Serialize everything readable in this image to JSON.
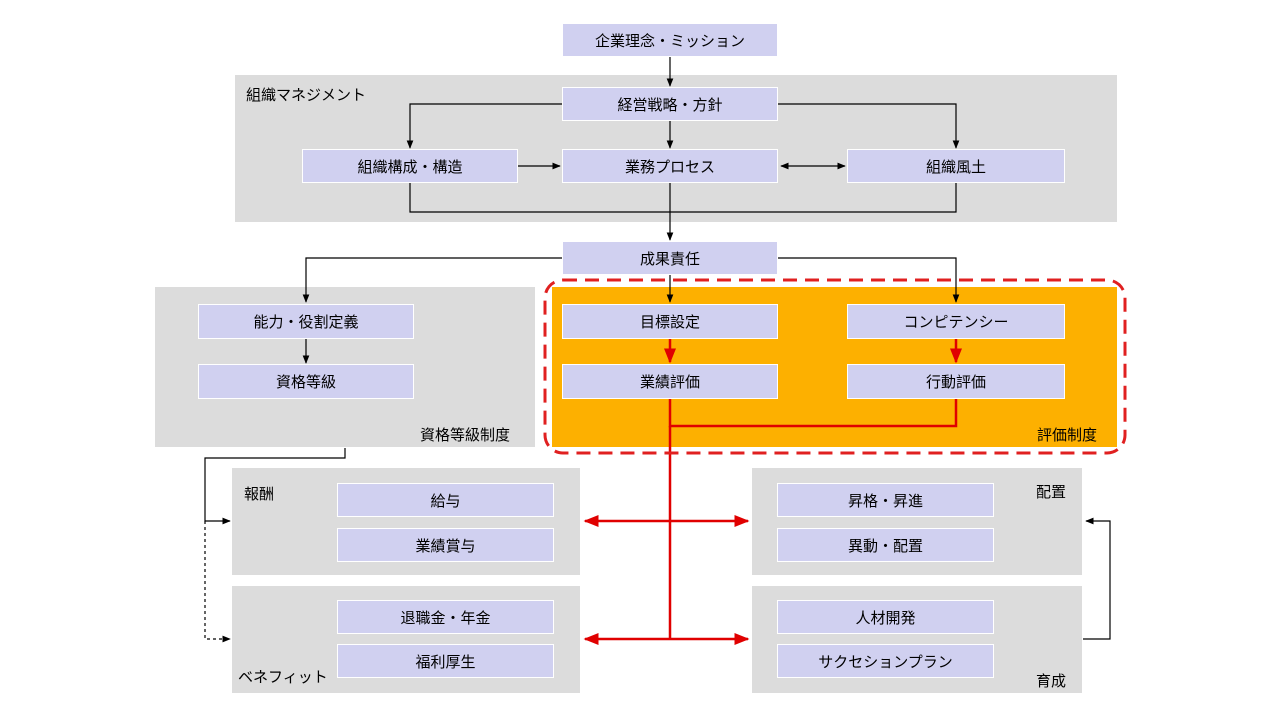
{
  "nodes": {
    "mission": "企業理念・ミッション",
    "strategy": "経営戦略・方針",
    "org_structure": "組織構成・構造",
    "business_process": "業務プロセス",
    "org_culture": "組織風土",
    "accountability": "成果責任",
    "role_definition": "能力・役割定義",
    "grade": "資格等級",
    "goal_setting": "目標設定",
    "competency": "コンピテンシー",
    "performance_eval": "業績評価",
    "behavior_eval": "行動評価",
    "salary": "給与",
    "bonus": "業績賞与",
    "pension": "退職金・年金",
    "welfare": "福利厚生",
    "promotion": "昇格・昇進",
    "transfer": "異動・配置",
    "talent_dev": "人材開発",
    "succession": "サクセションプラン"
  },
  "groups": {
    "org_management": "組織マネジメント",
    "grade_system": "資格等級制度",
    "evaluation_system": "評価制度",
    "compensation": "報酬",
    "benefits": "ベネフィット",
    "placement": "配置",
    "development": "育成"
  },
  "colors": {
    "panel": "#dcdcdc",
    "node": "#d0d0f0",
    "highlight": "#fdb000",
    "red_line": "#e00000",
    "dash_border": "#e02020"
  }
}
